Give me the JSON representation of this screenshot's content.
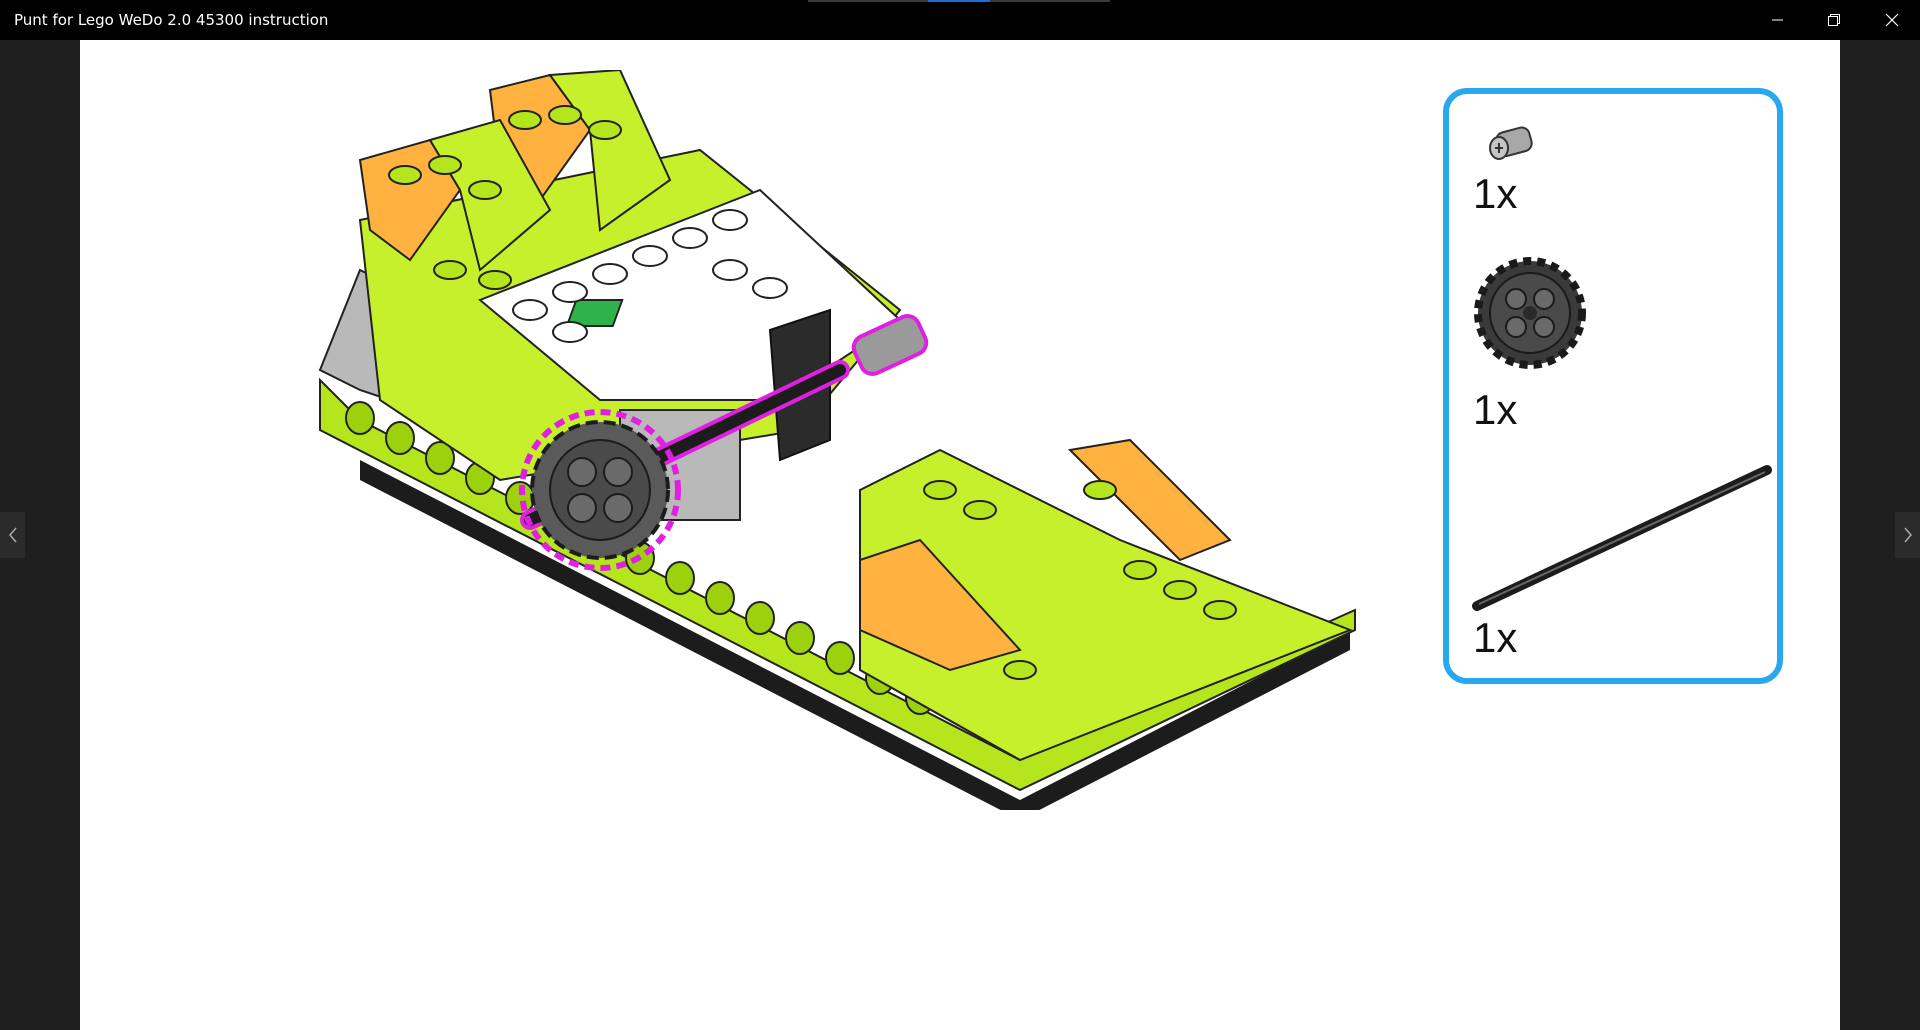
{
  "window": {
    "title": "Punt for Lego WeDo 2.0 45300 instruction"
  },
  "colors": {
    "accent_border": "#29a8f0",
    "highlight": "#e020e0",
    "lime": "#b5e61d",
    "orange": "#ffb23f",
    "gray": "#b9b9b9",
    "dark": "#1c1c1c"
  },
  "parts": [
    {
      "icon": "bushing-icon",
      "quantity": "1x"
    },
    {
      "icon": "gear-24-tooth-icon",
      "quantity": "1x"
    },
    {
      "icon": "axle-icon",
      "quantity": "1x"
    }
  ]
}
